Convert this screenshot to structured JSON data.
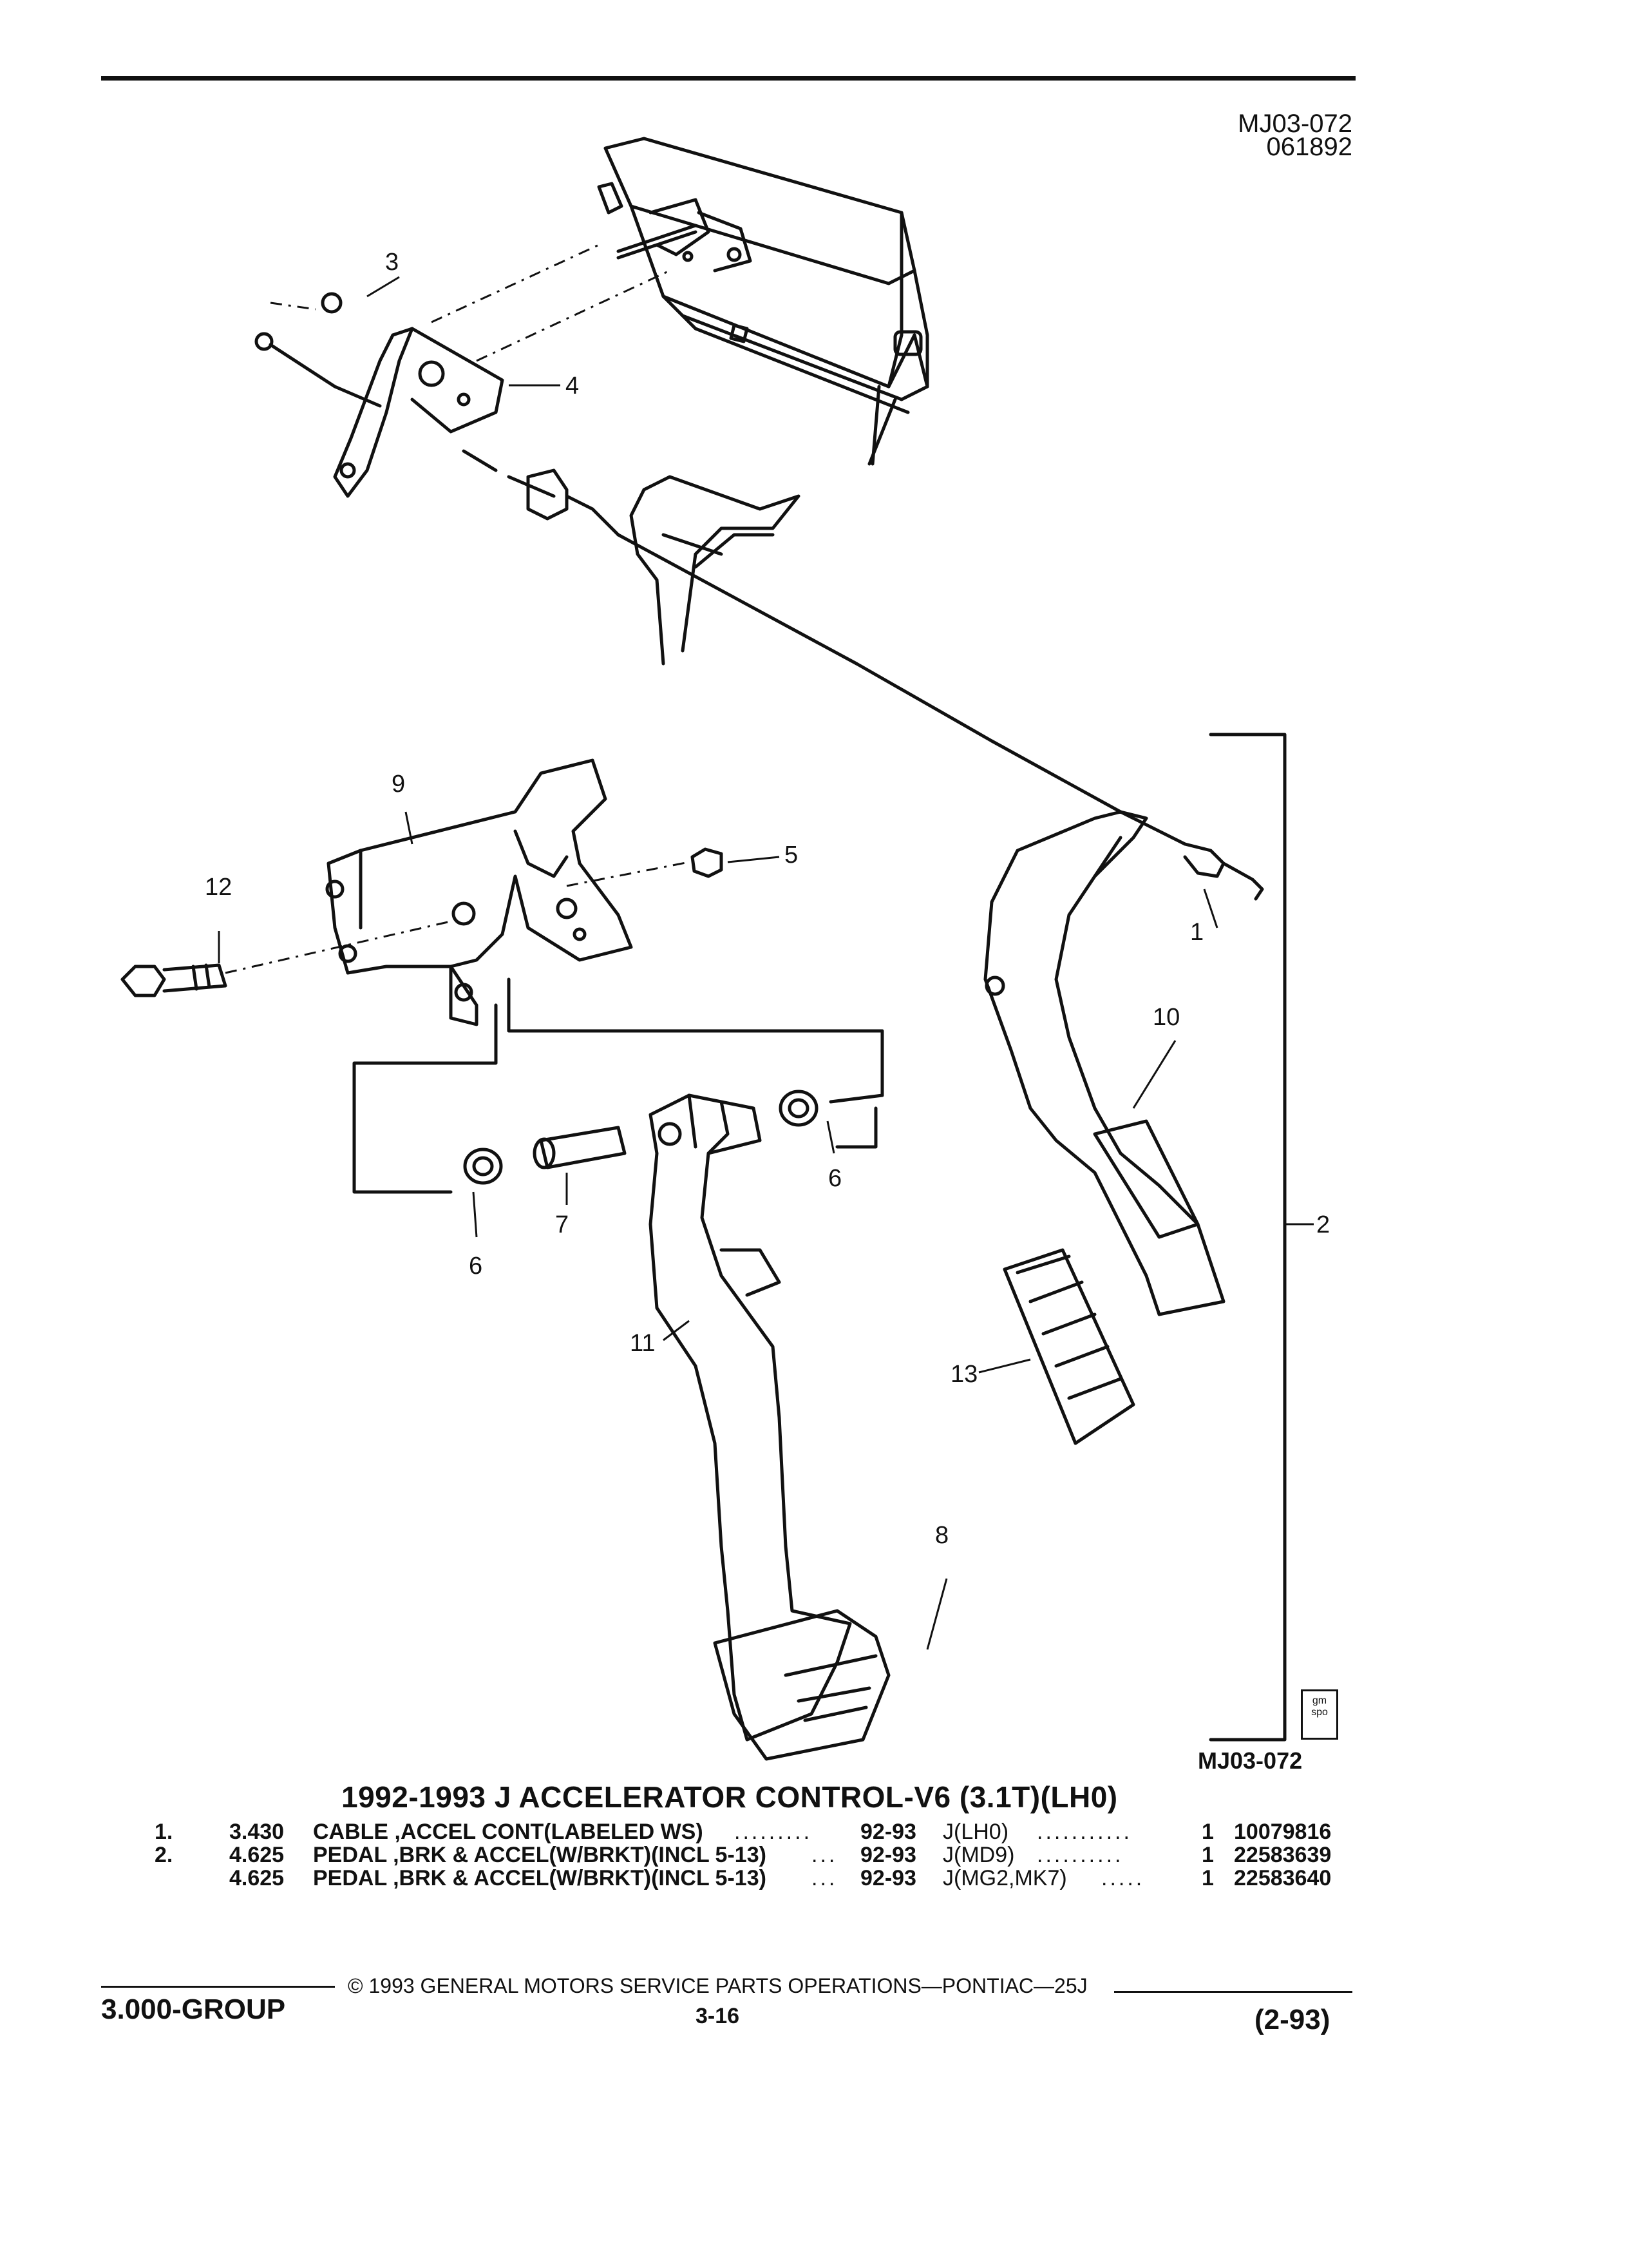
{
  "header": {
    "illustration_code": "MJ03-072",
    "illustration_date": "061892"
  },
  "diagram": {
    "callouts": [
      "1",
      "2",
      "3",
      "4",
      "5",
      "6",
      "6",
      "7",
      "8",
      "9",
      "10",
      "11",
      "12",
      "13"
    ],
    "caption_code": "MJ03-072",
    "stamp_text": "gm spo"
  },
  "section": {
    "title": "1992-1993 J ACCELERATOR CONTROL-V6 (3.1T)(LH0)"
  },
  "parts": [
    {
      "item": "1.",
      "group": "3.430",
      "description": "CABLE ,ACCEL CONT(LABELED WS)",
      "dots": ".........",
      "years": "92-93",
      "usage": "J(LH0)",
      "usage_dots": "...........",
      "qty": "1",
      "part_number": "10079816"
    },
    {
      "item": "2.",
      "group": "4.625",
      "description": "PEDAL ,BRK & ACCEL(W/BRKT)(INCL 5-13)",
      "dots": "...",
      "years": "92-93",
      "usage": "J(MD9)",
      "usage_dots": "..........",
      "qty": "1",
      "part_number": "22583639"
    },
    {
      "item": "",
      "group": "4.625",
      "description": "PEDAL ,BRK & ACCEL(W/BRKT)(INCL 5-13)",
      "dots": "...",
      "years": "92-93",
      "usage": "J(MG2,MK7)",
      "usage_dots": ".....",
      "qty": "1",
      "part_number": "22583640"
    }
  ],
  "footer": {
    "copyright": "© 1993 GENERAL MOTORS SERVICE PARTS OPERATIONS—PONTIAC—25J",
    "group": "3.000-GROUP",
    "page": "3-16",
    "date": "(2-93)"
  }
}
